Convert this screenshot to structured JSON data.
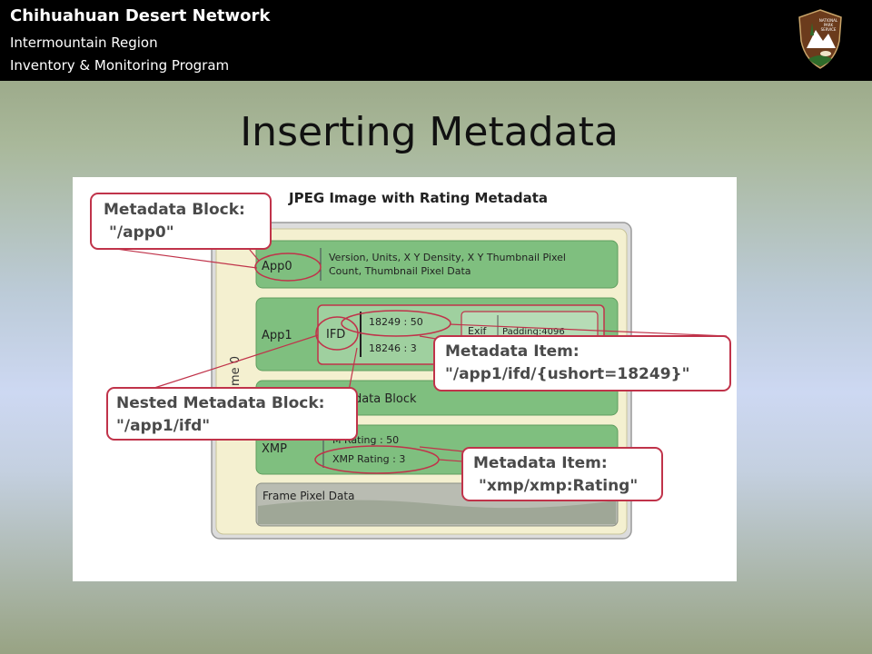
{
  "header": {
    "network": "Chihuahuan Desert Network",
    "region": "Intermountain Region",
    "program": "Inventory & Monitoring Program"
  },
  "logo": {
    "icon": "nps-arrowhead-icon",
    "text_lines": [
      "NATIONAL",
      "PARK",
      "SERVICE"
    ]
  },
  "slide": {
    "title": "Inserting Metadata"
  },
  "diagram": {
    "heading": "JPEG Image with Rating Metadata",
    "frame_label": "me 0",
    "app0": {
      "label": "App0",
      "desc_line1": "Version, Units, X Y Density, X Y Thumbnail Pixel",
      "desc_line2": "Count, Thumbnail Pixel Data"
    },
    "app1": {
      "label": "App1",
      "ifd": "IFD",
      "entry1": "18249 : 50",
      "entry2": "18246 : 3",
      "exif": "Exif",
      "padding": "Padding:4096"
    },
    "block_label": "adata Block",
    "xmp": {
      "label": "XMP",
      "rating1": "M  Rating : 50",
      "rating2": "XMP Rating : 3"
    },
    "frame_pixel": "Frame Pixel Data",
    "callouts": {
      "app0_line1": "Metadata Block:",
      "app0_line2": "\"/app0\"",
      "nested_line1": "Nested Metadata Block:",
      "nested_line2": "\"/app1/ifd\"",
      "item1_line1": "Metadata Item:",
      "item1_line2": "\"/app1/ifd/{ushort=18249}\"",
      "item2_line1": "Metadata Item:",
      "item2_line2": "\"xmp/xmp:Rating\""
    },
    "colors": {
      "frame_fill": "#f4f0d0",
      "block_fill": "#7fbf7f",
      "highlight": "#c0334a"
    }
  }
}
